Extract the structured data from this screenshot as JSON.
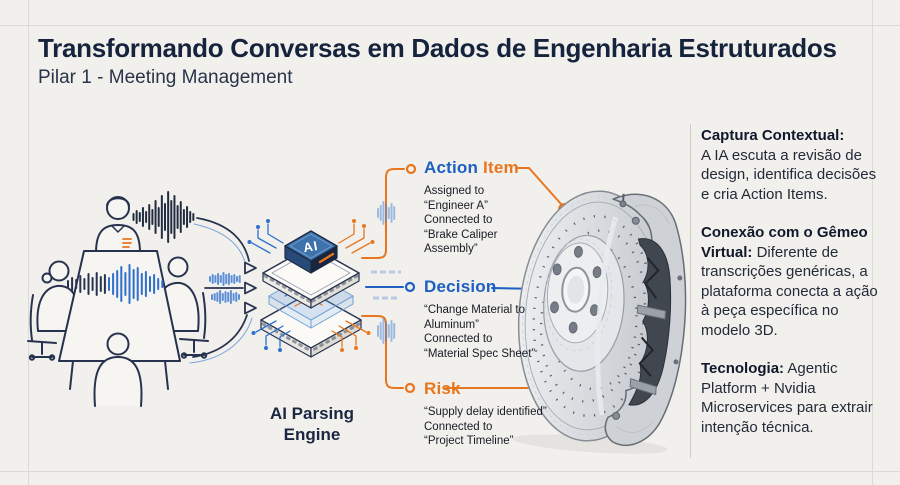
{
  "header": {
    "title": "Transformando Conversas em Dados de Engenharia Estruturados",
    "subtitle": "Pilar 1 - Meeting Management"
  },
  "palette": {
    "background": "#f1f0ec",
    "navy": "#16233c",
    "blue_accent": "#1d5fc2",
    "orange_accent": "#e8761e"
  },
  "diagram": {
    "engine": {
      "chip_label": "AI",
      "label": "AI Parsing\nEngine"
    },
    "outputs": [
      {
        "id": "action-item",
        "label_primary": "Action",
        "label_secondary": "Item",
        "detail": "Assigned to\n“Engineer A”\nConnected to\n“Brake Caliper\nAssembly”"
      },
      {
        "id": "decision",
        "label_primary": "Decision",
        "label_secondary": "",
        "detail": "“Change Material to\nAluminum”\nConnected to\n“Material Spec Sheet”"
      },
      {
        "id": "risk",
        "label_primary": "Risk",
        "label_secondary": "",
        "detail": "“Supply delay identified”\nConnected to\n“Project Timeline”"
      }
    ]
  },
  "sidebar": {
    "sections": [
      {
        "heading": "Captura Contextual:",
        "body": "A IA escuta a revisão de design, identifica decisões e cria Action Items."
      },
      {
        "heading": "Conexão com o Gêmeo Virtual:",
        "body": "Diferente de transcrições genéricas, a plataforma conecta a ação à peça específica no modelo 3D."
      },
      {
        "heading": "Tecnologia:",
        "body": "Agentic Platform + Nvidia Microservices para extrair intenção técnica."
      }
    ]
  }
}
